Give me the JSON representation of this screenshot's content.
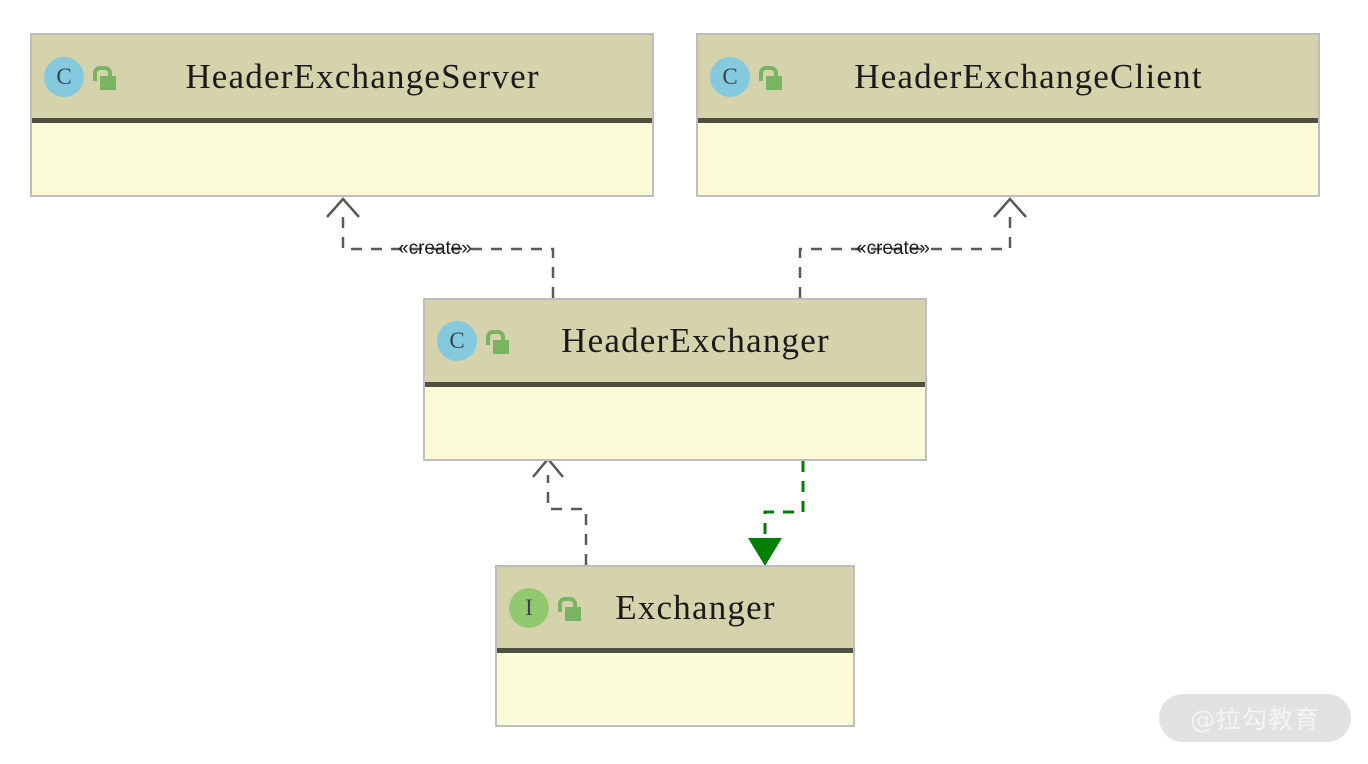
{
  "diagram": {
    "title": "UML class diagram",
    "background": "#ffffff",
    "colors": {
      "header_fill": "#D5D3AB",
      "body_fill": "#FBFBDA",
      "border": "#BDBDBD",
      "separator": "#4F4F42",
      "class_badge": "#84C9DD",
      "interface_badge": "#93C96E",
      "lock_green": "#79B463",
      "connector_gray": "#5A5A55",
      "connector_green": "#008000",
      "title_text": "#1A1A1A"
    },
    "nodes": [
      {
        "id": "header-exchange-server",
        "name": "HeaderExchangeServer",
        "kind": "class",
        "badge_letter": "C",
        "visibility_icon": "unlocked-padlock-icon"
      },
      {
        "id": "header-exchange-client",
        "name": "HeaderExchangeClient",
        "kind": "class",
        "badge_letter": "C",
        "visibility_icon": "unlocked-padlock-icon"
      },
      {
        "id": "header-exchanger",
        "name": "HeaderExchanger",
        "kind": "class",
        "badge_letter": "C",
        "visibility_icon": "unlocked-padlock-icon"
      },
      {
        "id": "exchanger",
        "name": "Exchanger",
        "kind": "interface",
        "badge_letter": "I",
        "visibility_icon": "unlocked-padlock-icon"
      }
    ],
    "edges": [
      {
        "id": "create-server",
        "from": "header-exchanger",
        "to": "header-exchange-server",
        "label": "«create»",
        "style": "dashed",
        "arrow": "open",
        "color": "#5A5A55"
      },
      {
        "id": "create-client",
        "from": "header-exchanger",
        "to": "header-exchange-client",
        "label": "«create»",
        "style": "dashed",
        "arrow": "open",
        "color": "#5A5A55"
      },
      {
        "id": "exchanger-to-header-exchanger",
        "from": "exchanger",
        "to": "header-exchanger",
        "label": "",
        "style": "dashed",
        "arrow": "open",
        "color": "#5A5A55"
      },
      {
        "id": "header-exchanger-implements-exchanger",
        "from": "header-exchanger",
        "to": "exchanger",
        "label": "",
        "style": "dashed",
        "arrow": "filled-triangle",
        "color": "#008000"
      }
    ]
  },
  "watermark": {
    "text": "@拉勾教育"
  }
}
